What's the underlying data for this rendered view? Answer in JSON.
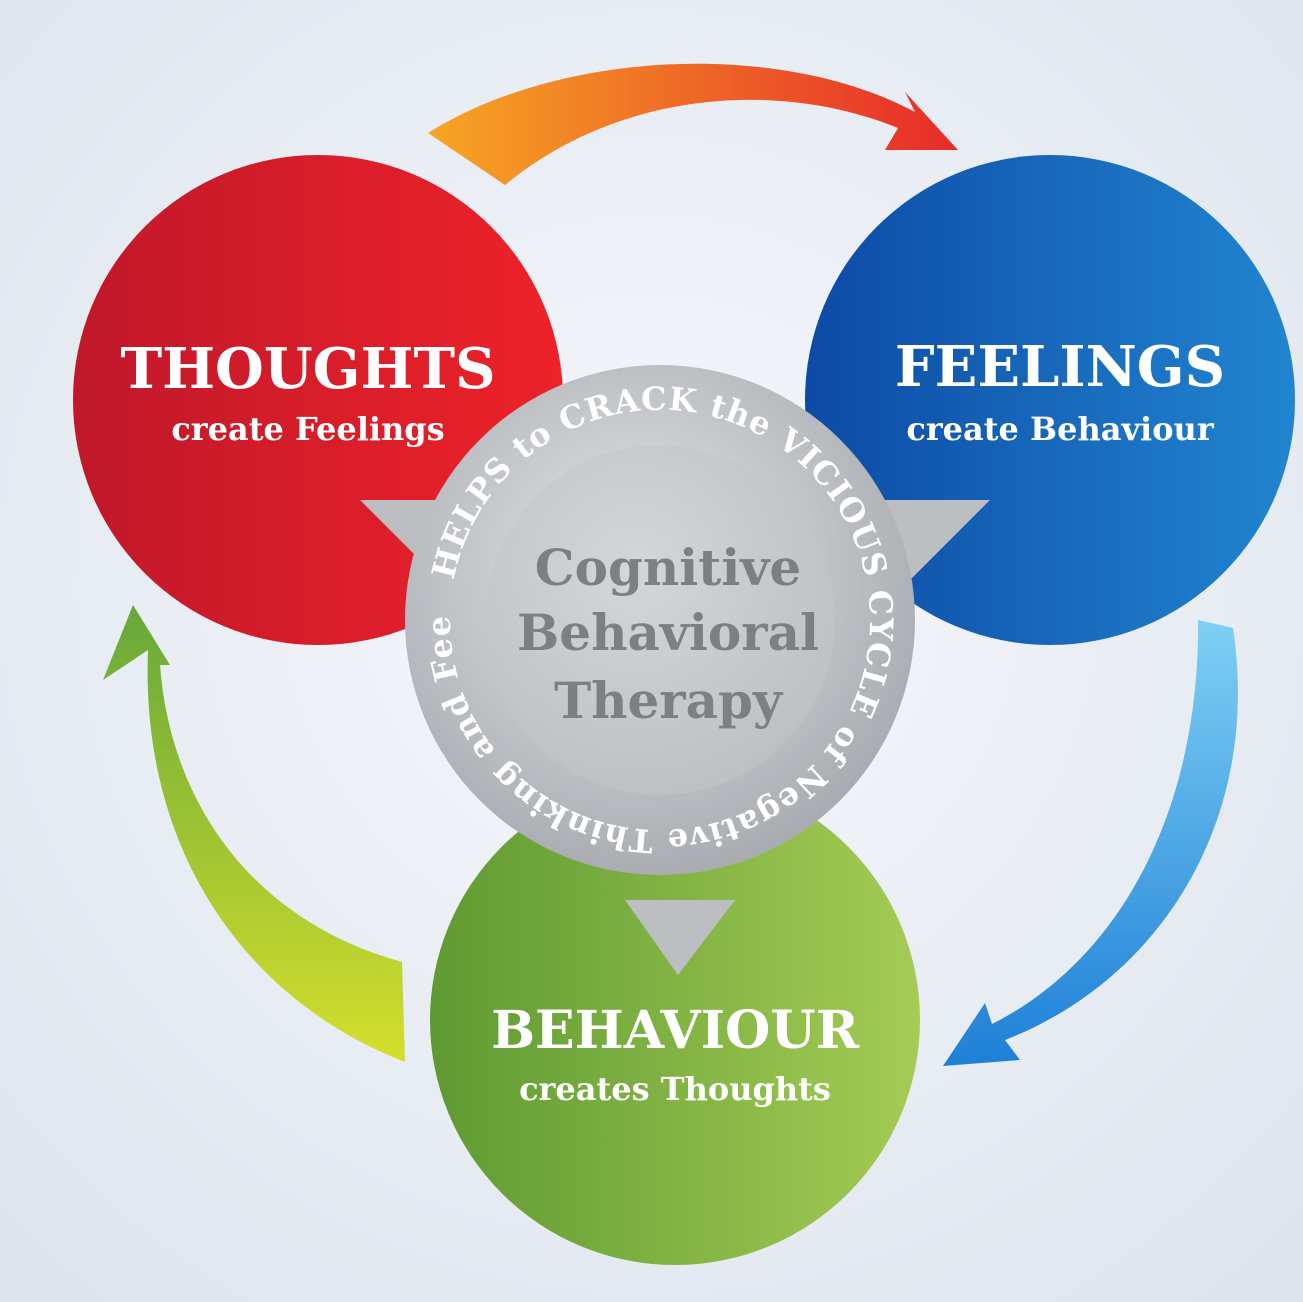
{
  "thoughts": {
    "title": "THOUGHTS",
    "subtitle": "create Feelings",
    "color": "#e01f2a"
  },
  "feelings": {
    "title": "FEELINGS",
    "subtitle": "create Behaviour",
    "color": "#1565c0"
  },
  "behaviour": {
    "title": "BEHAVIOUR",
    "subtitle": "creates Thoughts",
    "color": "#7fb23b"
  },
  "center": {
    "line1": "Cognitive",
    "line2": "Behavioral",
    "line3": "Therapy",
    "ring_text": "HELPS to CRACK the VICIOUS CYCLE of Negative Thinking and Feeling",
    "color": "#b7b9bd"
  },
  "arrows": {
    "top_color_start": "#f5a623",
    "top_color_end": "#e8262b",
    "right_color_start": "#1e88e5",
    "right_color_end": "#7cc8f2",
    "left_color_start": "#d6e233",
    "left_color_end": "#6fae3a"
  },
  "background_color": "#e9eef5"
}
